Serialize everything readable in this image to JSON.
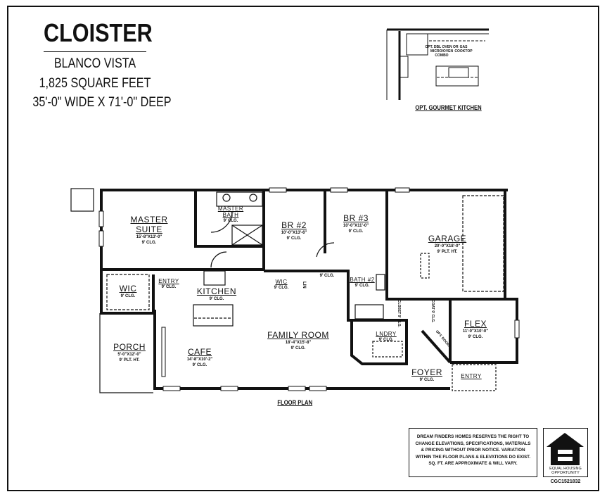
{
  "header": {
    "plan_name": "CLOISTER",
    "community": "BLANCO VISTA",
    "square_feet": "1,825 SQUARE FEET",
    "dimensions": "35'-0\" WIDE X 71'-0\" DEEP"
  },
  "option_kitchen": {
    "caption": "OPT. GOURMET KITCHEN",
    "oven_note": "OPT. DBL OVEN OR MICRO/OVEN COMBO",
    "cooktop_note": "GAS COOKTOP"
  },
  "rooms": {
    "master_suite": {
      "name": "MASTER SUITE",
      "dims": "15'-8\"X13'-0\"",
      "ceiling": "9' CLG."
    },
    "master_bath": {
      "name": "MASTER BATH",
      "ceiling": "9' CLG."
    },
    "br2": {
      "name": "BR #2",
      "dims": "10'-0\"X13'-6\"",
      "ceiling": "9' CLG."
    },
    "br3": {
      "name": "BR #3",
      "dims": "10'-0\"X11'-0\"",
      "ceiling": "9' CLG."
    },
    "garage": {
      "name": "GARAGE",
      "dims": "20'-0\"X18'-0\"",
      "ceiling": "9' PLT. HT."
    },
    "wic_master": {
      "name": "WIC",
      "ceiling": "9' CLG."
    },
    "entry_kitchen": {
      "name": "ENTRY",
      "ceiling": "9' CLG."
    },
    "kitchen": {
      "name": "KITCHEN",
      "ceiling": "9' CLG."
    },
    "wic_br2": {
      "name": "WIC",
      "ceiling": "9' CLG."
    },
    "lin": {
      "name": "LIN"
    },
    "hall": {
      "ceiling": "9' CLG."
    },
    "bath2": {
      "name": "BATH #2",
      "ceiling": "9' CLG."
    },
    "closet": {
      "name": "CLOSET",
      "ceiling": "9' CLG."
    },
    "coat": {
      "name": "COAT",
      "ceiling": "9' CLG."
    },
    "flex": {
      "name": "FLEX",
      "dims": "11'-0\"X10'-0\"",
      "ceiling": "9' CLG."
    },
    "opt_doors": {
      "name": "OPT. DOORS"
    },
    "porch": {
      "name": "PORCH",
      "dims": "5'-0\"X12'-0\"",
      "ceiling": "9' PLT. HT."
    },
    "cafe": {
      "name": "CAFE",
      "dims": "14'-8\"X10'-2\"",
      "ceiling": "9' CLG."
    },
    "family_room": {
      "name": "FAMILY ROOM",
      "dims": "18'-4\"X15'-8\"",
      "ceiling": "9' CLG."
    },
    "laundry": {
      "name": "LNDRY",
      "ceiling": "9' CLG."
    },
    "foyer": {
      "name": "FOYER",
      "ceiling": "9' CLG."
    },
    "entry_front": {
      "name": "ENTRY"
    }
  },
  "plan_caption": "FLOOR PLAN",
  "footer": {
    "disclaimer_lines": [
      "DREAM FINDERS HOMES RESERVES THE RIGHT TO",
      "CHANGE ELEVATIONS, SPECIFICATIONS, MATERIALS",
      "& PRICING WITHOUT PRIOR NOTICE.  VARIATION",
      "WITHIN THE FLOOR PLANS & ELEVATIONS DO EXIST.",
      "SQ. FT. ARE APPROXIMATE & WILL VARY."
    ],
    "eho_line1": "EQUAL HOUSING",
    "eho_line2": "OPPORTUNITY",
    "license": "CGC1521832"
  }
}
